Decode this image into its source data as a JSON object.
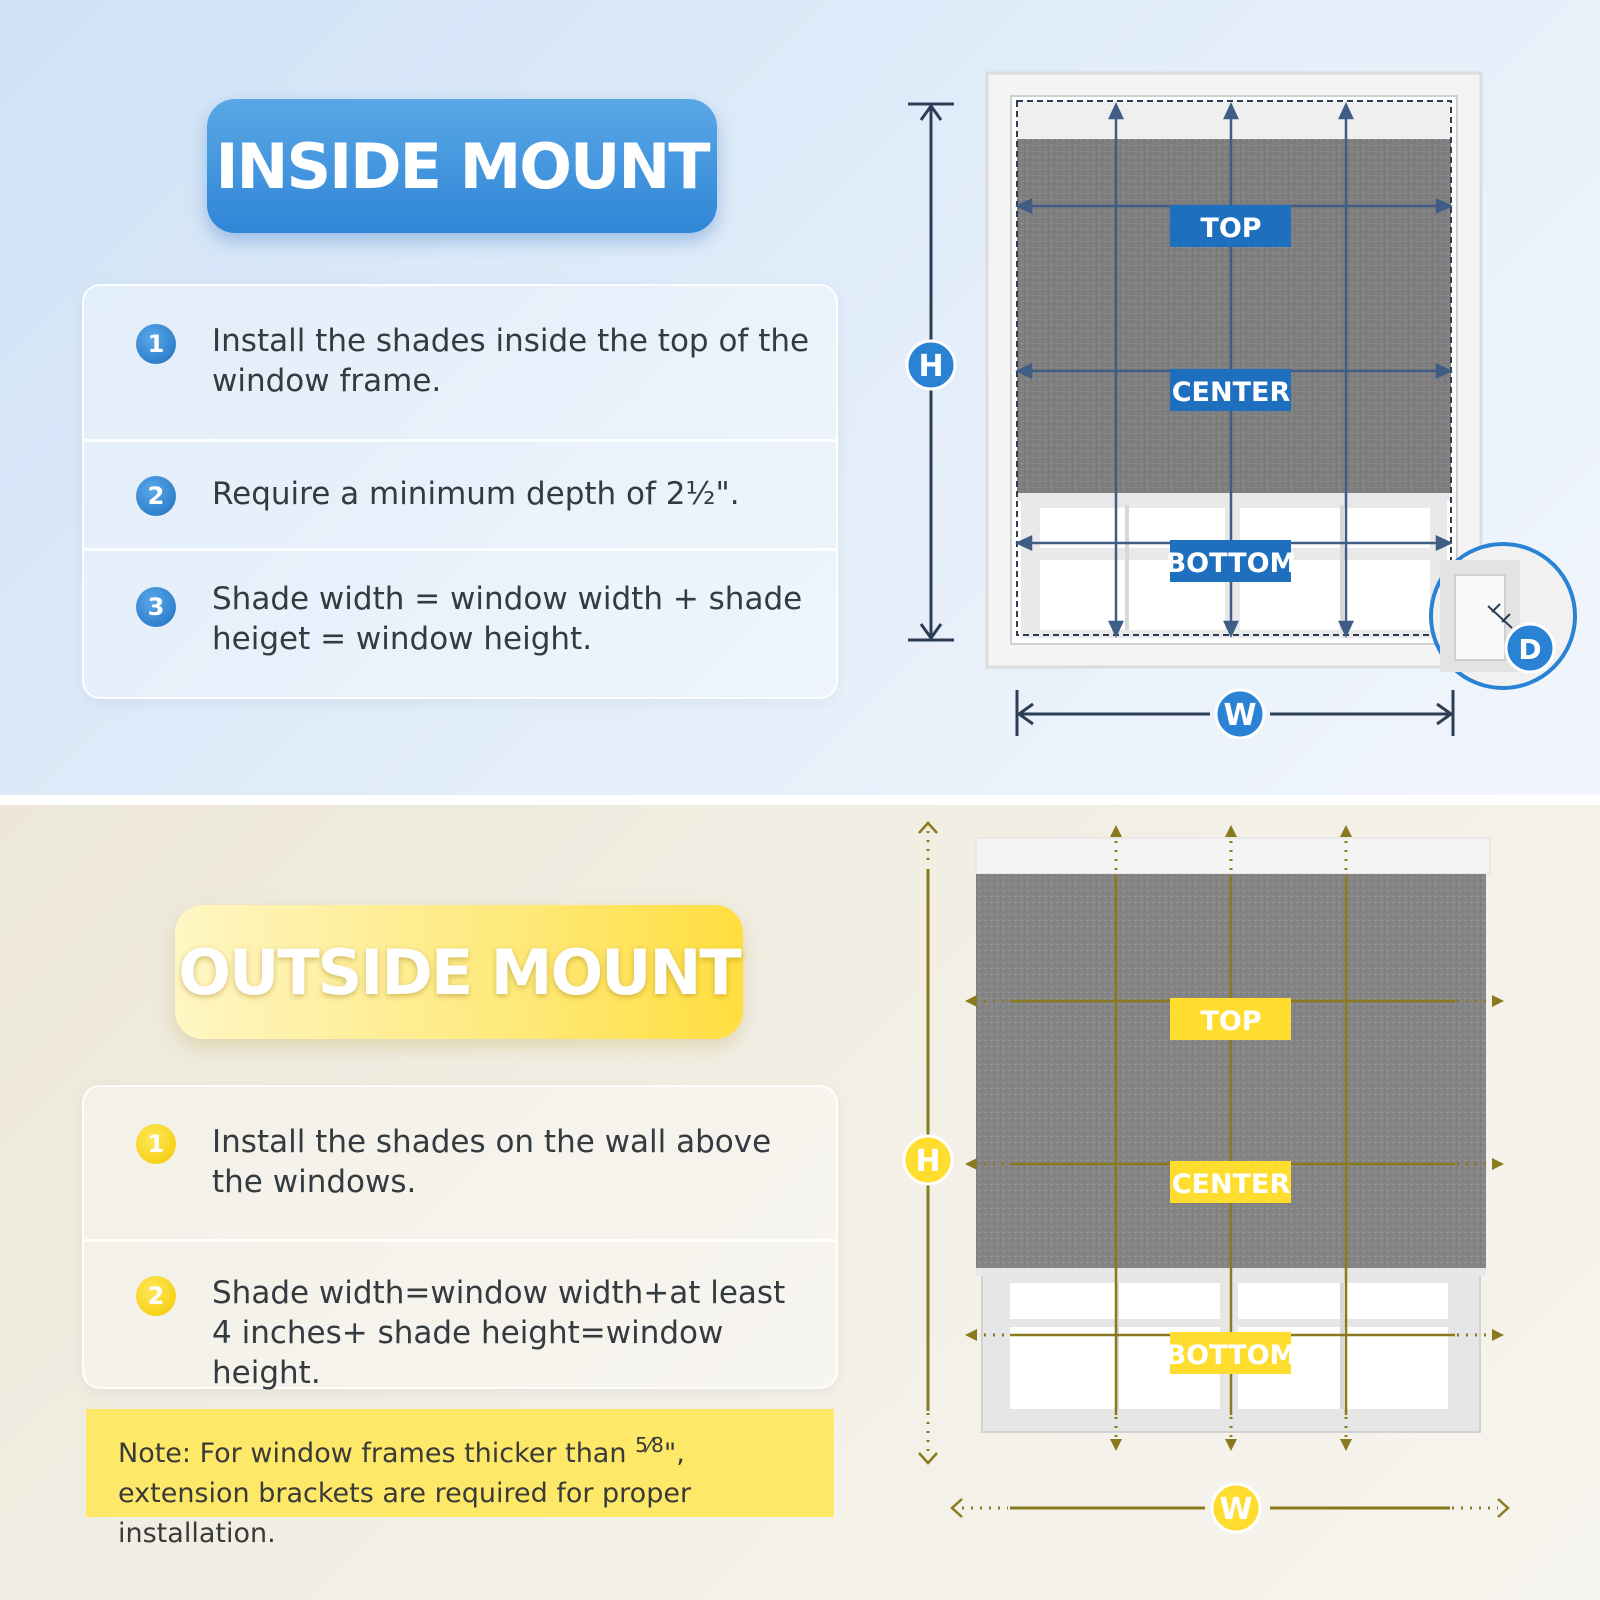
{
  "inside_mount": {
    "title": "INSIDE MOUNT",
    "steps": [
      {
        "number": "1",
        "text": "Install the shades inside the top of the window frame."
      },
      {
        "number": "2",
        "text": "Require a minimum depth of 2½\"."
      },
      {
        "number": "3",
        "text": "Shade width = window width + shade heiget = window height."
      }
    ],
    "diagram": {
      "labels": {
        "top": "TOP",
        "center": "CENTER",
        "bottom": "BOTTOM"
      },
      "height_marker": "H",
      "width_marker": "W",
      "depth_marker": "D",
      "accent_color": "#1f6fbf"
    }
  },
  "outside_mount": {
    "title": "OUTSIDE MOUNT",
    "steps": [
      {
        "number": "1",
        "text": "Install the shades on the wall above the windows."
      },
      {
        "number": "2",
        "text": "Shade width=window width+at least 4 inches+ shade height=window height."
      }
    ],
    "note": {
      "prefix": "Note: For window frames thicker than ",
      "fraction": "5⁄8",
      "suffix": "\", extension brackets are required for proper installation."
    },
    "diagram": {
      "labels": {
        "top": "TOP",
        "center": "CENTER",
        "bottom": "BOTTOM"
      },
      "height_marker": "H",
      "width_marker": "W",
      "accent_color": "#ffdd2e",
      "line_color": "#8a7a1e"
    }
  }
}
